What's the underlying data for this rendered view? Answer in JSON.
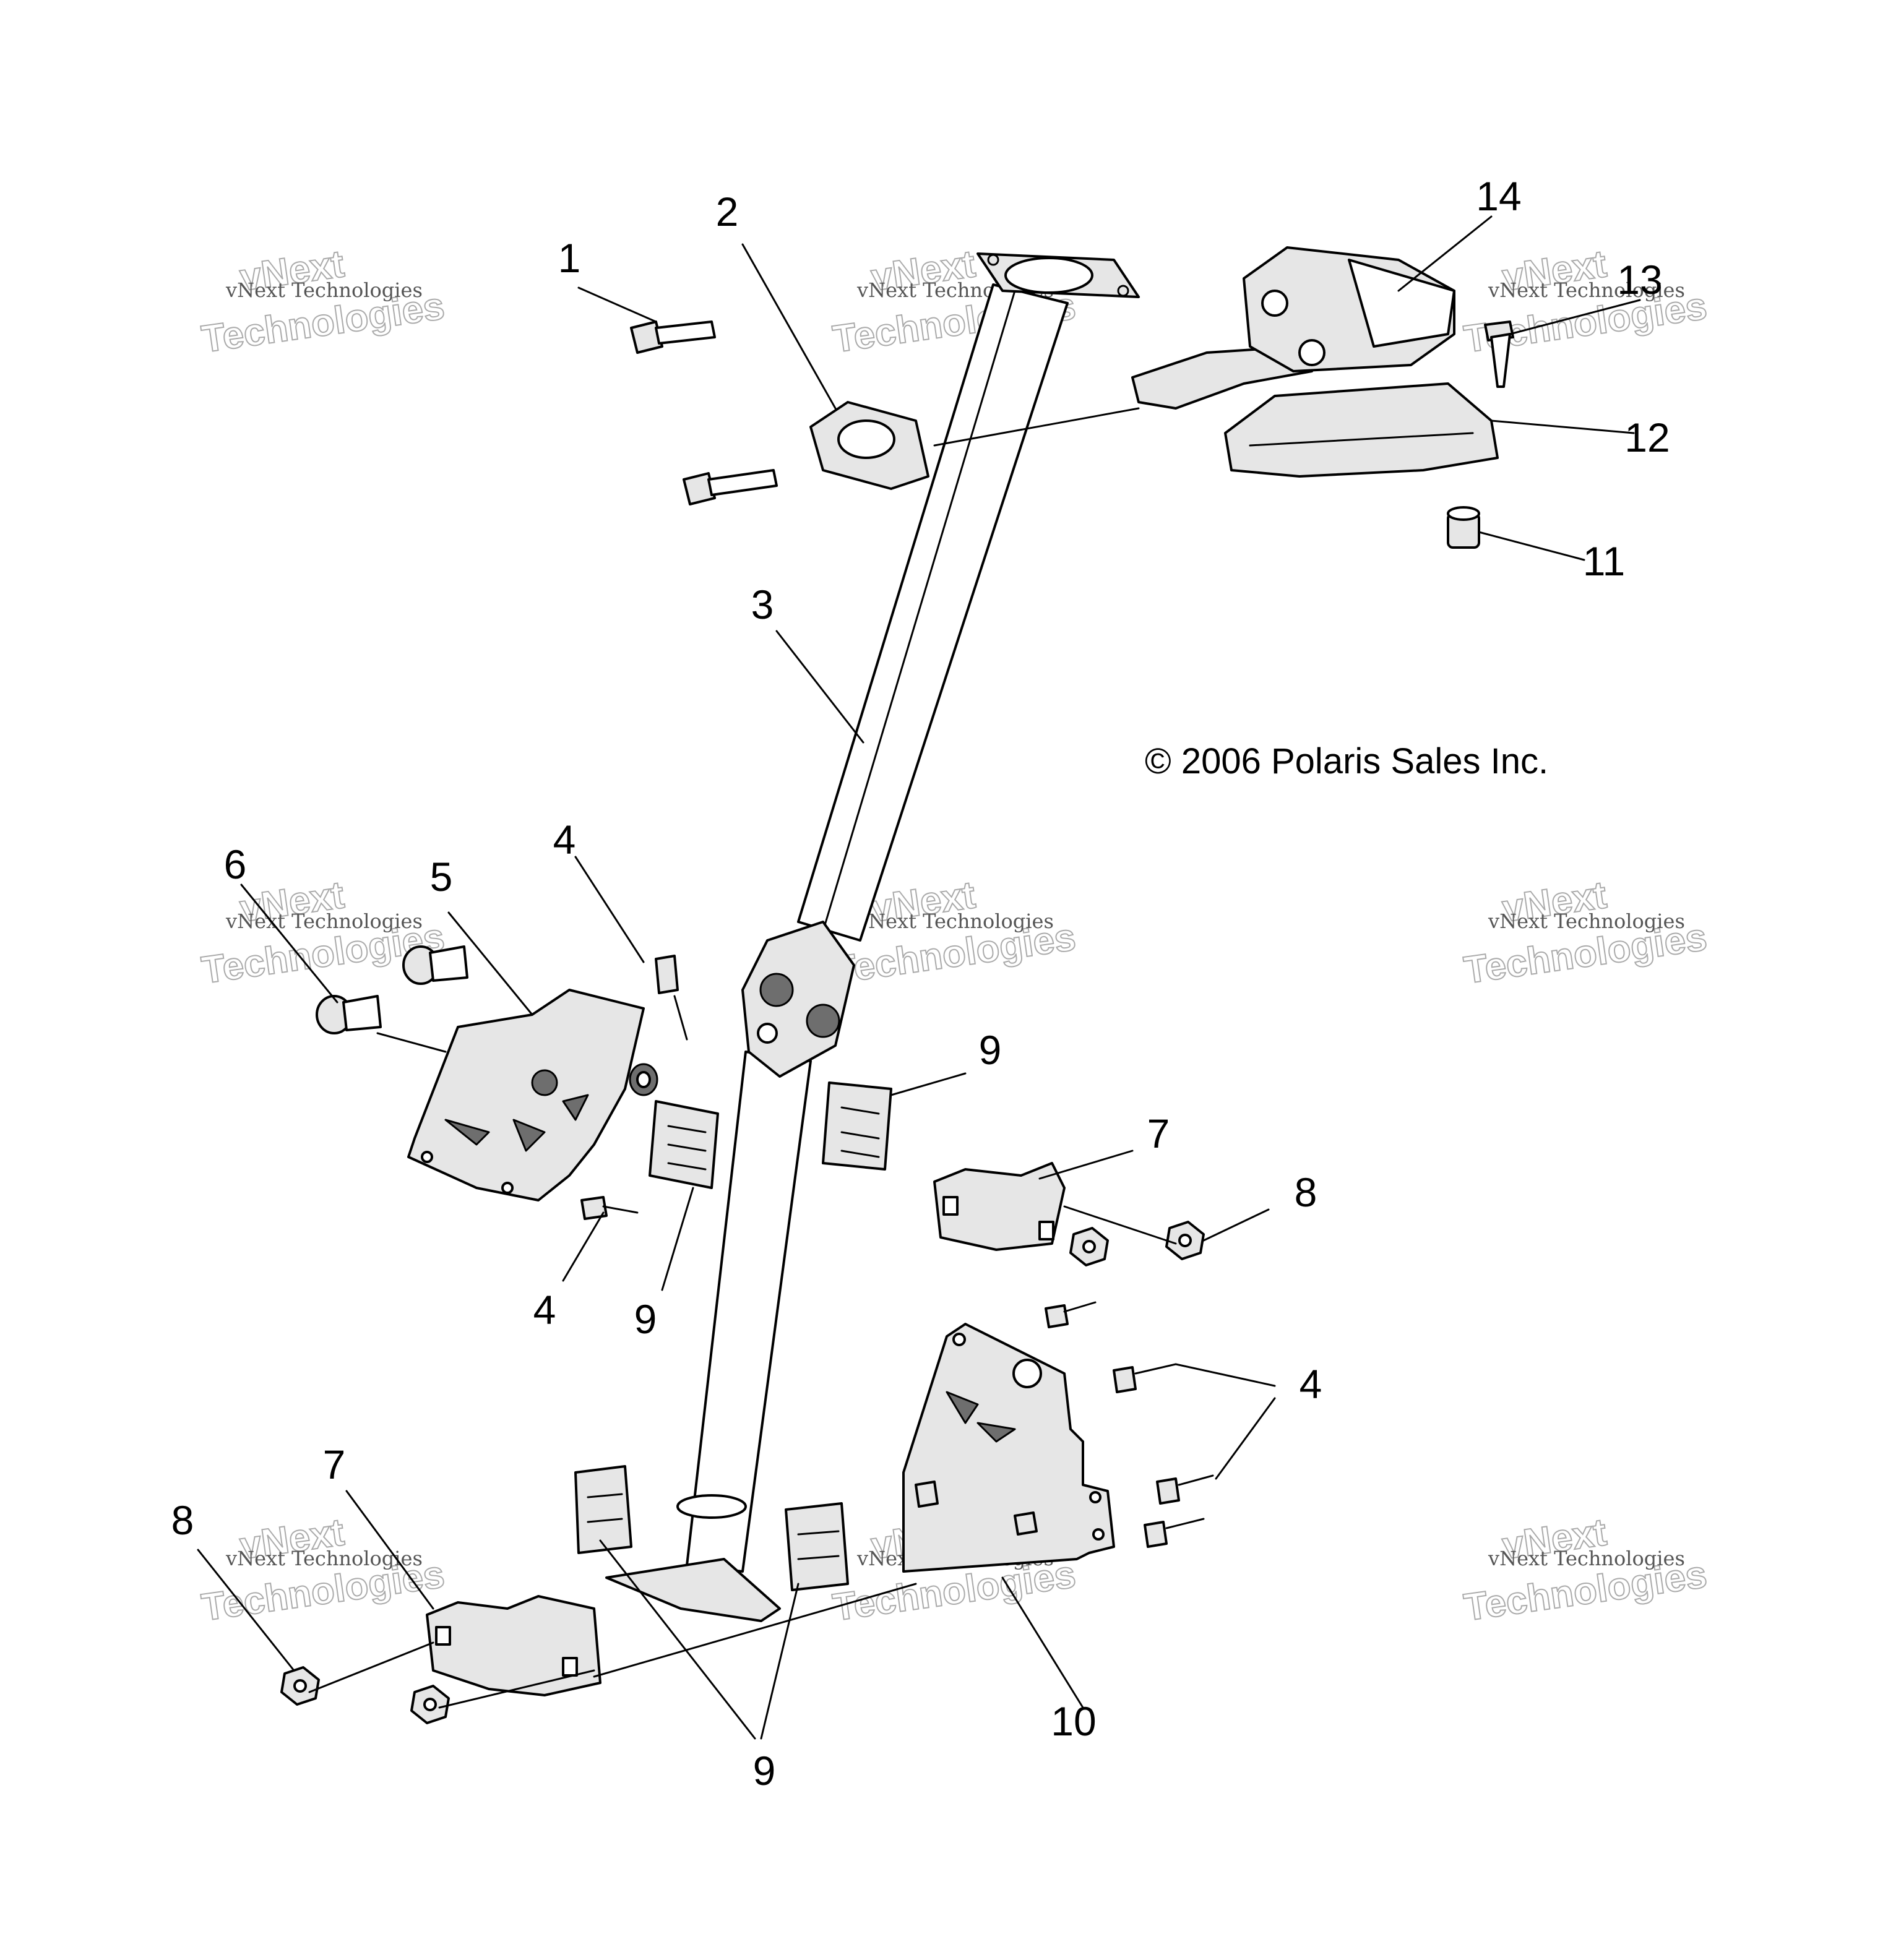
{
  "diagram": {
    "copyright": "© 2006 Polaris Sales Inc.",
    "watermark": {
      "small_text": "vNext Technologies",
      "large_word_1": "vNext",
      "large_word_2": "Technologies"
    },
    "callouts": [
      {
        "id": "c1",
        "label": "1"
      },
      {
        "id": "c2",
        "label": "2"
      },
      {
        "id": "c3",
        "label": "3"
      },
      {
        "id": "c4a",
        "label": "4"
      },
      {
        "id": "c4b",
        "label": "4"
      },
      {
        "id": "c4c",
        "label": "4"
      },
      {
        "id": "c5",
        "label": "5"
      },
      {
        "id": "c6",
        "label": "6"
      },
      {
        "id": "c7a",
        "label": "7"
      },
      {
        "id": "c7b",
        "label": "7"
      },
      {
        "id": "c8a",
        "label": "8"
      },
      {
        "id": "c8b",
        "label": "8"
      },
      {
        "id": "c9a",
        "label": "9"
      },
      {
        "id": "c9b",
        "label": "9"
      },
      {
        "id": "c9c",
        "label": "9"
      },
      {
        "id": "c10",
        "label": "10"
      },
      {
        "id": "c11",
        "label": "11"
      },
      {
        "id": "c12",
        "label": "12"
      },
      {
        "id": "c13",
        "label": "13"
      },
      {
        "id": "c14",
        "label": "14"
      }
    ]
  }
}
